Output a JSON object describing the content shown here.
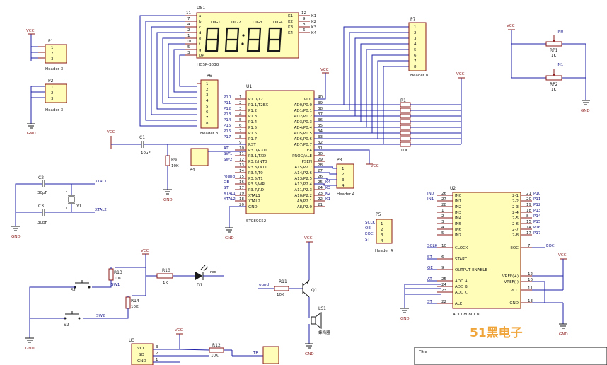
{
  "power": {
    "vcc": "VCC",
    "gnd": "GND"
  },
  "headers": {
    "p1": {
      "ref": "P1",
      "type": "Header 3",
      "pins": [
        "1",
        "2",
        "3"
      ]
    },
    "p2": {
      "ref": "P2",
      "type": "Header 3",
      "pins": [
        "1",
        "2",
        "3"
      ]
    },
    "p6": {
      "ref": "P6",
      "type": "Header 8",
      "pins": [
        "1",
        "2",
        "3",
        "4",
        "5",
        "6",
        "7",
        "8"
      ]
    },
    "p7": {
      "ref": "P7",
      "type": "Header 8",
      "pins": [
        "1",
        "2",
        "3",
        "4",
        "5",
        "6",
        "7",
        "8"
      ]
    },
    "p3": {
      "ref": "P3",
      "type": "Header 4",
      "pins": [
        "1",
        "2",
        "3",
        "4"
      ]
    },
    "p5": {
      "ref": "P5",
      "type": "Header 4",
      "pins": [
        "1",
        "2",
        "3",
        "4"
      ],
      "nets": [
        "SCLK",
        "OE",
        "EOC",
        "ST"
      ]
    },
    "p4": {
      "ref": "P4"
    }
  },
  "display": {
    "ref": "DS1",
    "part": "HDSP-B03G",
    "digits": [
      "DIG1",
      "DIG2",
      "DIG3",
      "DIG4"
    ],
    "left_pins": [
      {
        "num": "11",
        "name": "a"
      },
      {
        "num": "7",
        "name": "b"
      },
      {
        "num": "4",
        "name": "c"
      },
      {
        "num": "2",
        "name": "d"
      },
      {
        "num": "1",
        "name": "e"
      },
      {
        "num": "10",
        "name": "f"
      },
      {
        "num": "5",
        "name": "g"
      },
      {
        "num": "3",
        "name": "DP"
      }
    ],
    "right_pins": [
      {
        "num": "12",
        "name": "K1"
      },
      {
        "num": "9",
        "name": "K2"
      },
      {
        "num": "8",
        "name": "K3"
      },
      {
        "num": "6",
        "name": "K4"
      }
    ]
  },
  "mcu": {
    "ref": "U1",
    "part": "STC89C52",
    "left_pins": [
      {
        "num": "1",
        "name": "P1.0/T2",
        "net": "P10"
      },
      {
        "num": "2",
        "name": "P1.1/T2EX",
        "net": "P11"
      },
      {
        "num": "3",
        "name": "P1.2",
        "net": "P12"
      },
      {
        "num": "4",
        "name": "P1.3",
        "net": "P13"
      },
      {
        "num": "5",
        "name": "P1.4",
        "net": "P14"
      },
      {
        "num": "6",
        "name": "P1.5",
        "net": "P15"
      },
      {
        "num": "7",
        "name": "P1.6",
        "net": "P16"
      },
      {
        "num": "8",
        "name": "P1.7",
        "net": "P17"
      },
      {
        "num": "9",
        "name": "RST",
        "net": ""
      },
      {
        "num": "10",
        "name": "P3.0/RXD",
        "net": "AT"
      },
      {
        "num": "11",
        "name": "P3.1/TXD",
        "net": "SW1"
      },
      {
        "num": "12",
        "name": "P3.2/INT0",
        "net": "SW2"
      },
      {
        "num": "13",
        "name": "P3.3/INT1",
        "net": ""
      },
      {
        "num": "14",
        "name": "P3.4/T0",
        "net": ""
      },
      {
        "num": "15",
        "name": "P3.5/T1",
        "net": "round"
      },
      {
        "num": "16",
        "name": "P3.6/WR",
        "net": "OE"
      },
      {
        "num": "17",
        "name": "P3.7/RD",
        "net": "ST"
      },
      {
        "num": "19",
        "name": "XTAL1",
        "net": "XTAL1"
      },
      {
        "num": "18",
        "name": "XTAL2",
        "net": "XTAL2"
      },
      {
        "num": "20",
        "name": "GND",
        "net": ""
      }
    ],
    "right_pins": [
      {
        "num": "40",
        "name": "VCC",
        "net": ""
      },
      {
        "num": "39",
        "name": "AD0/P0.0",
        "net": ""
      },
      {
        "num": "38",
        "name": "AD1/P0.1",
        "net": ""
      },
      {
        "num": "37",
        "name": "AD2/P0.2",
        "net": ""
      },
      {
        "num": "36",
        "name": "AD3/P0.3",
        "net": ""
      },
      {
        "num": "35",
        "name": "AD4/P0.4",
        "net": ""
      },
      {
        "num": "34",
        "name": "AD5/P0.5",
        "net": ""
      },
      {
        "num": "33",
        "name": "AD6/P0.6",
        "net": ""
      },
      {
        "num": "32",
        "name": "AD7/P0.7",
        "net": ""
      },
      {
        "num": "31",
        "name": "EA",
        "net": ""
      },
      {
        "num": "30",
        "name": "PROG/ALE",
        "net": ""
      },
      {
        "num": "29",
        "name": "PSEN",
        "net": ""
      },
      {
        "num": "28",
        "name": "A15/P2.7",
        "net": ""
      },
      {
        "num": "27",
        "name": "A14/P2.6",
        "net": ""
      },
      {
        "num": "26",
        "name": "A13/P2.5",
        "net": ""
      },
      {
        "num": "25",
        "name": "A12/P2.4",
        "net": "K4"
      },
      {
        "num": "24",
        "name": "A11/P2.3",
        "net": "K3"
      },
      {
        "num": "23",
        "name": "A10/P2.2",
        "net": "K2"
      },
      {
        "num": "22",
        "name": "A9/P2.1",
        "net": "K1"
      },
      {
        "num": "21",
        "name": "A8/P2.0",
        "net": ""
      }
    ]
  },
  "adc": {
    "ref": "U2",
    "part": "ADC0808CCN",
    "in_pins": [
      {
        "num": "26",
        "name": "IN0",
        "net": "IN0"
      },
      {
        "num": "27",
        "name": "IN1",
        "net": "IN1"
      },
      {
        "num": "28",
        "name": "IN2",
        "net": ""
      },
      {
        "num": "1",
        "name": "IN3",
        "net": ""
      },
      {
        "num": "2",
        "name": "IN4",
        "net": ""
      },
      {
        "num": "3",
        "name": "IN5",
        "net": ""
      },
      {
        "num": "4",
        "name": "IN6",
        "net": ""
      },
      {
        "num": "5",
        "name": "IN7",
        "net": ""
      }
    ],
    "ctrl_pins": [
      {
        "num": "10",
        "name": "CLOCK",
        "net": "SCLK"
      },
      {
        "num": "6",
        "name": "START",
        "net": "ST"
      },
      {
        "num": "9",
        "name": "OUTPUT ENABLE",
        "net": "OE"
      },
      {
        "num": "25",
        "name": "ADD A",
        "net": "AT"
      },
      {
        "num": "24",
        "name": "ADD B",
        "net": ""
      },
      {
        "num": "23",
        "name": "ADD C",
        "net": ""
      },
      {
        "num": "22",
        "name": "ALE",
        "net": "ST"
      }
    ],
    "out_pins": [
      {
        "num": "21",
        "name": "2-1",
        "net": "P10"
      },
      {
        "num": "20",
        "name": "2-2",
        "net": "P11"
      },
      {
        "num": "19",
        "name": "2-3",
        "net": "P12"
      },
      {
        "num": "18",
        "name": "2-4",
        "net": "P13"
      },
      {
        "num": "8",
        "name": "2-5",
        "net": "P14"
      },
      {
        "num": "15",
        "name": "2-6",
        "net": "P15"
      },
      {
        "num": "14",
        "name": "2-7",
        "net": "P16"
      },
      {
        "num": "17",
        "name": "2-8",
        "net": "P17"
      }
    ],
    "power_pins": [
      {
        "num": "7",
        "name": "EOC",
        "net": "EOC"
      },
      {
        "num": "12",
        "name": "VREF(+)",
        "net": ""
      },
      {
        "num": "16",
        "name": "VREF(-)",
        "net": ""
      },
      {
        "num": "11",
        "name": "VCC",
        "net": ""
      },
      {
        "num": "13",
        "name": "GND",
        "net": ""
      }
    ]
  },
  "parts": {
    "c1": {
      "ref": "C1",
      "value": "10uF"
    },
    "c2": {
      "ref": "C2",
      "value": "30pF"
    },
    "c3": {
      "ref": "C3",
      "value": "30pF"
    },
    "y1": {
      "ref": "Y1",
      "pins": [
        "2",
        "1"
      ]
    },
    "r1": {
      "ref": "R1",
      "value": "10K"
    },
    "r9": {
      "ref": "R9",
      "value": "10K"
    },
    "r10": {
      "ref": "R10",
      "value": "1K"
    },
    "r11": {
      "ref": "R11",
      "value": "10K"
    },
    "r12": {
      "ref": "R12",
      "value": "10K"
    },
    "r13": {
      "ref": "R13",
      "value": "10K"
    },
    "r14": {
      "ref": "R14",
      "value": "10K"
    },
    "rp1": {
      "ref": "RP1",
      "value": "1K",
      "net": "IN0"
    },
    "rp2": {
      "ref": "RP2",
      "value": "1K",
      "net": "IN1"
    },
    "d1": {
      "ref": "D1",
      "value": "red"
    },
    "q1": {
      "ref": "Q1"
    },
    "ls1": {
      "ref": "LS1",
      "value": "蜂鸣器"
    },
    "s1": {
      "ref": "S1",
      "net": "SW1"
    },
    "s2": {
      "ref": "S2",
      "net": "SW2"
    },
    "u3": {
      "ref": "U3",
      "pins": [
        {
          "num": "3",
          "name": "VCC"
        },
        {
          "num": "2",
          "name": "SO"
        },
        {
          "num": "1",
          "name": "GND"
        }
      ],
      "net": "TR"
    }
  },
  "net_labels": {
    "xtal1": "XTAL1",
    "xtal2": "XTAL2",
    "round": "round",
    "eoc": "EOC",
    "tr": "TR"
  },
  "title_block": {
    "label": "Title"
  },
  "watermark": "51黑电子",
  "colors": {
    "wire": "#1f1fa8",
    "pin": "#8b1a1a",
    "chip": "#fffdb8",
    "watermark": "#f0a53a"
  }
}
